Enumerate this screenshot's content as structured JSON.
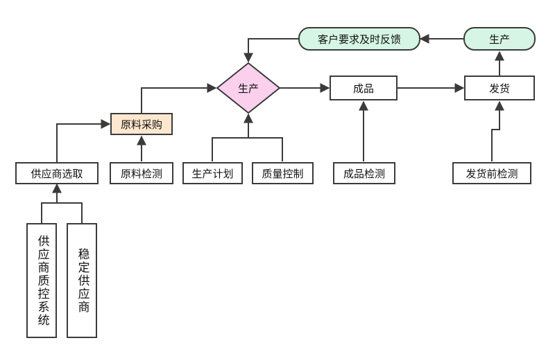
{
  "nodes": {
    "feedback": "客户要求及时反馈",
    "production_top": "生产",
    "production_center": "生产",
    "finished_product": "成品",
    "shipping": "发货",
    "raw_material_purchase": "原料采购",
    "supplier_selection": "供应商选取",
    "raw_material_inspection": "原料检测",
    "production_plan": "生产计划",
    "quality_control": "质量控制",
    "finished_product_inspection": "成品检测",
    "pre_shipping_inspection": "发货前检测",
    "supplier_qc_system": "供应商质控系统",
    "stable_supplier": "稳定供应商"
  },
  "colors": {
    "pill_fill": "#d6f5e4",
    "diamond_fill": "#fbd0ec",
    "peach_fill": "#fde7cf",
    "stroke": "#3a3a3a"
  }
}
